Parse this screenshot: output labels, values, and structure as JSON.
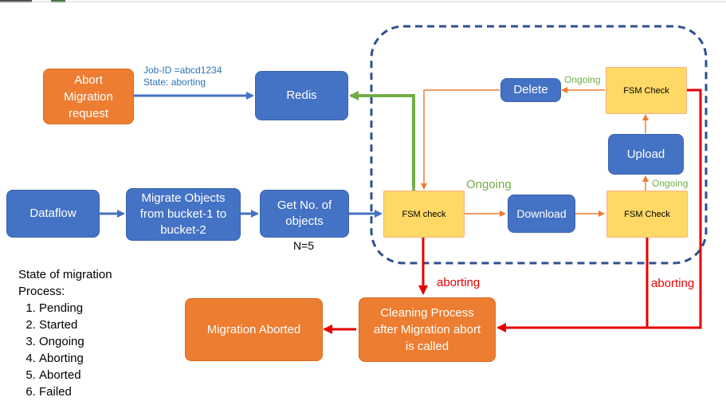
{
  "nodes": {
    "abort_request": "Abort\nMigration\nrequest",
    "redis": "Redis",
    "dataflow": "Dataflow",
    "migrate_objects": "Migrate Objects\nfrom bucket-1 to\nbucket-2",
    "get_objects": "Get No. of\nobjects",
    "fsm_check_1": "FSM check",
    "download": "Download",
    "fsm_check_2": "FSM Check",
    "upload": "Upload",
    "fsm_check_3": "FSM Check",
    "delete": "Delete",
    "migration_aborted": "Migration Aborted",
    "cleaning_process": "Cleaning Process\nafter Migration abort\nis called"
  },
  "labels": {
    "job_id": "Job-ID =abcd1234",
    "state": "State: aborting",
    "n_count": "N=5",
    "ongoing_main": "Ongoing",
    "ongoing_upload": "Ongoing",
    "ongoing_delete": "Ongoing",
    "aborting_1": "aborting",
    "aborting_2": "aborting"
  },
  "legend": {
    "title_line1": "State of migration",
    "title_line2": "Process:",
    "items": [
      "Pending",
      "Started",
      "Ongoing",
      "Aborting",
      "Aborted",
      "Failed"
    ]
  },
  "colors": {
    "blue_box": "#4472c4",
    "orange_box": "#ed7d31",
    "yellow_box": "#ffd966",
    "green_arrow": "#70ad47",
    "red_arrow": "#e60000",
    "dashed_border": "#2f4f8f"
  }
}
